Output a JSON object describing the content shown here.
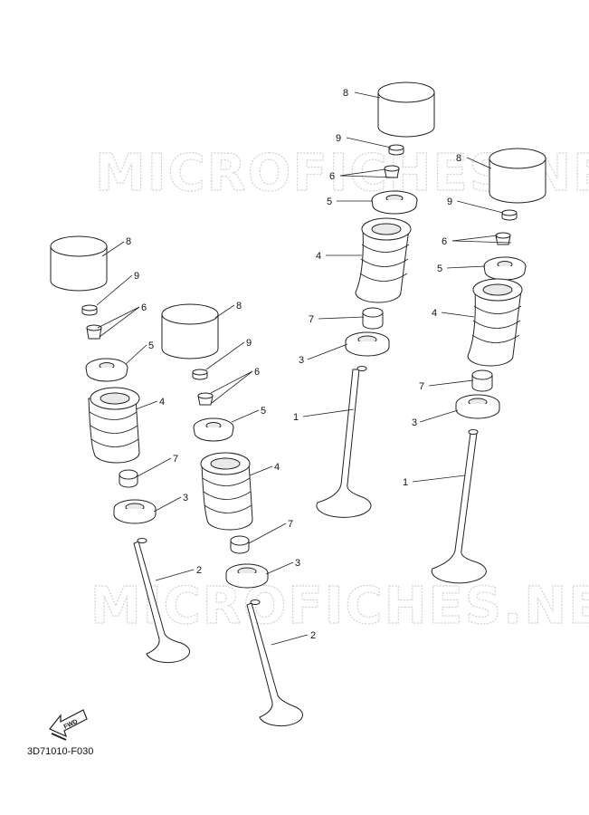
{
  "watermarks": [
    "MICROFICHES.NET",
    "MICROFICHES.NET"
  ],
  "figure_code": "3D71010-F030",
  "fwd_label": "FWD",
  "callouts": {
    "a8": "8",
    "a9": "9",
    "a6": "6",
    "a5": "5",
    "a4": "4",
    "a7": "7",
    "a3": "3",
    "a2": "2",
    "b8": "8",
    "b9": "9",
    "b6": "6",
    "b5": "5",
    "b4": "4",
    "b7": "7",
    "b3": "3",
    "b2": "2",
    "c8": "8",
    "c9": "9",
    "c6": "6",
    "c5": "5",
    "c4": "4",
    "c7": "7",
    "c3": "3",
    "c1": "1",
    "d8": "8",
    "d9": "9",
    "d6": "6",
    "d5": "5",
    "d4": "4",
    "d7": "7",
    "d3": "3",
    "d1": "1"
  }
}
